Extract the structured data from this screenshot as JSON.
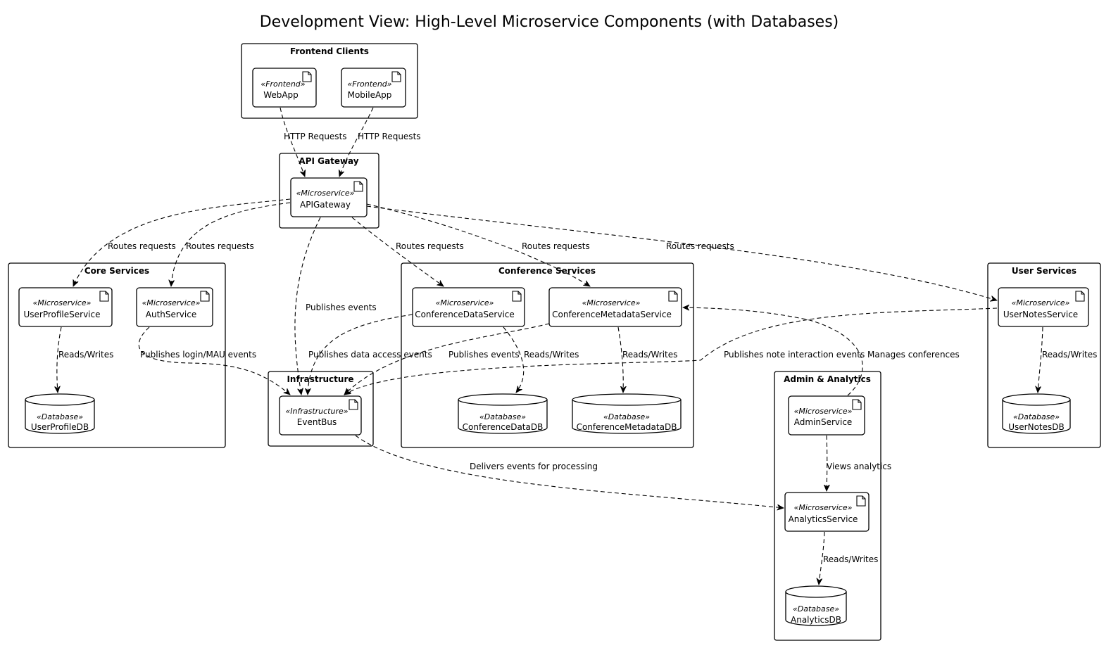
{
  "title": "Development View: High-Level Microservice Components (with Databases)",
  "packages": {
    "frontend": "Frontend Clients",
    "gateway": "API Gateway",
    "core": "Core Services",
    "conference": "Conference Services",
    "user": "User Services",
    "infra": "Infrastructure",
    "admin": "Admin & Analytics"
  },
  "components": {
    "webapp": {
      "stereotype": "«Frontend»",
      "name": "WebApp"
    },
    "mobileapp": {
      "stereotype": "«Frontend»",
      "name": "MobileApp"
    },
    "apigateway": {
      "stereotype": "«Microservice»",
      "name": "APIGateway"
    },
    "userprofile": {
      "stereotype": "«Microservice»",
      "name": "UserProfileService"
    },
    "auth": {
      "stereotype": "«Microservice»",
      "name": "AuthService"
    },
    "confdata": {
      "stereotype": "«Microservice»",
      "name": "ConferenceDataService"
    },
    "confmeta": {
      "stereotype": "«Microservice»",
      "name": "ConferenceMetadataService"
    },
    "usernotes": {
      "stereotype": "«Microservice»",
      "name": "UserNotesService"
    },
    "eventbus": {
      "stereotype": "«Infrastructure»",
      "name": "EventBus"
    },
    "admin": {
      "stereotype": "«Microservice»",
      "name": "AdminService"
    },
    "analytics": {
      "stereotype": "«Microservice»",
      "name": "AnalyticsService"
    }
  },
  "databases": {
    "userprofiledb": {
      "stereotype": "«Database»",
      "name": "UserProfileDB"
    },
    "confdatadb": {
      "stereotype": "«Database»",
      "name": "ConferenceDataDB"
    },
    "confmetadb": {
      "stereotype": "«Database»",
      "name": "ConferenceMetadataDB"
    },
    "usernotesdb": {
      "stereotype": "«Database»",
      "name": "UserNotesDB"
    },
    "analyticsdb": {
      "stereotype": "«Database»",
      "name": "AnalyticsDB"
    }
  },
  "edges": {
    "web_http": "HTTP Requests",
    "mobile_http": "HTTP Requests",
    "route_userprofile": "Routes requests",
    "route_auth": "Routes requests",
    "route_confdata": "Routes requests",
    "route_confmeta": "Routes requests",
    "route_usernotes": "Routes requests",
    "gw_publish": "Publishes events",
    "userprofile_rw": "Reads/Writes",
    "auth_publish": "Publishes login/MAU events",
    "confdata_publish": "Publishes data access events",
    "confdata_rw": "Reads/Writes",
    "confmeta_publish": "Publishes events",
    "confmeta_rw": "Reads/Writes",
    "usernotes_publish": "Publishes note interaction events",
    "usernotes_rw": "Reads/Writes",
    "admin_manage": "Manages conferences",
    "admin_views": "Views analytics",
    "eventbus_deliver": "Delivers events for processing",
    "analytics_rw": "Reads/Writes"
  }
}
